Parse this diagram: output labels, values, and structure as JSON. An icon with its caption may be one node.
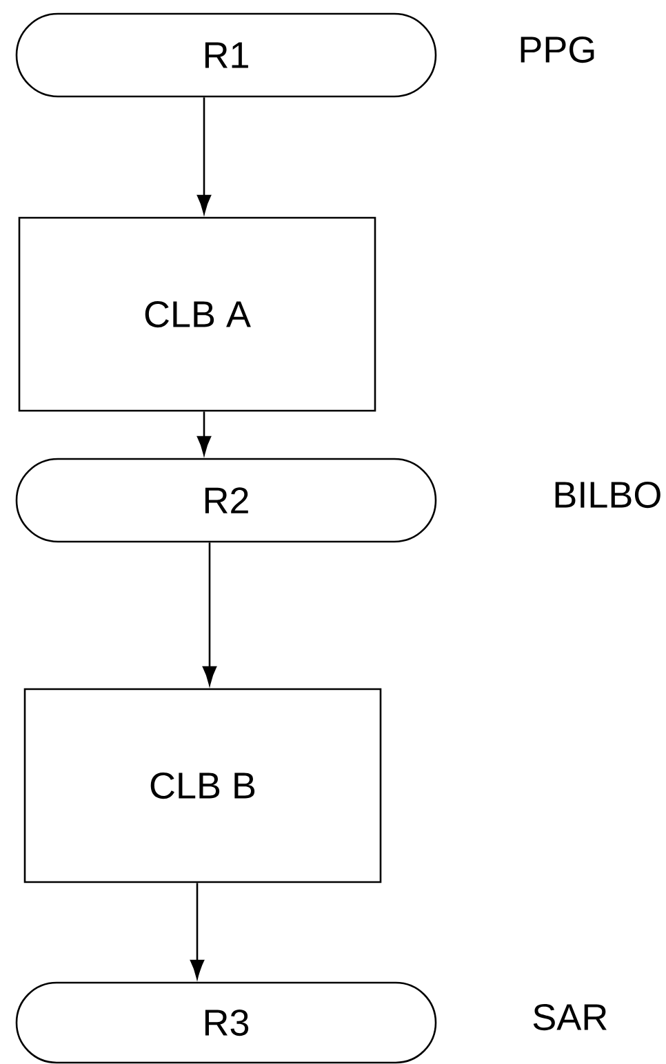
{
  "diagram": {
    "nodes": [
      {
        "text": [
          "R1"
        ],
        "beside": [
          "PPG"
        ]
      },
      {
        "text": [
          "CLB A"
        ]
      },
      {
        "text": [
          "R2"
        ],
        "beside": [
          "BILBO"
        ]
      },
      {
        "text": [
          "CLB B"
        ]
      },
      {
        "text": [
          "R3"
        ],
        "beside": [
          "SAR"
        ]
      }
    ],
    "edges": [
      {
        "from": 0,
        "to": 1,
        "arrow": "to"
      },
      {
        "from": 1,
        "to": 2,
        "arrow": "to"
      },
      {
        "from": 2,
        "to": 3,
        "arrow": "to"
      },
      {
        "from": 3,
        "to": 4,
        "arrow": "to"
      }
    ]
  }
}
